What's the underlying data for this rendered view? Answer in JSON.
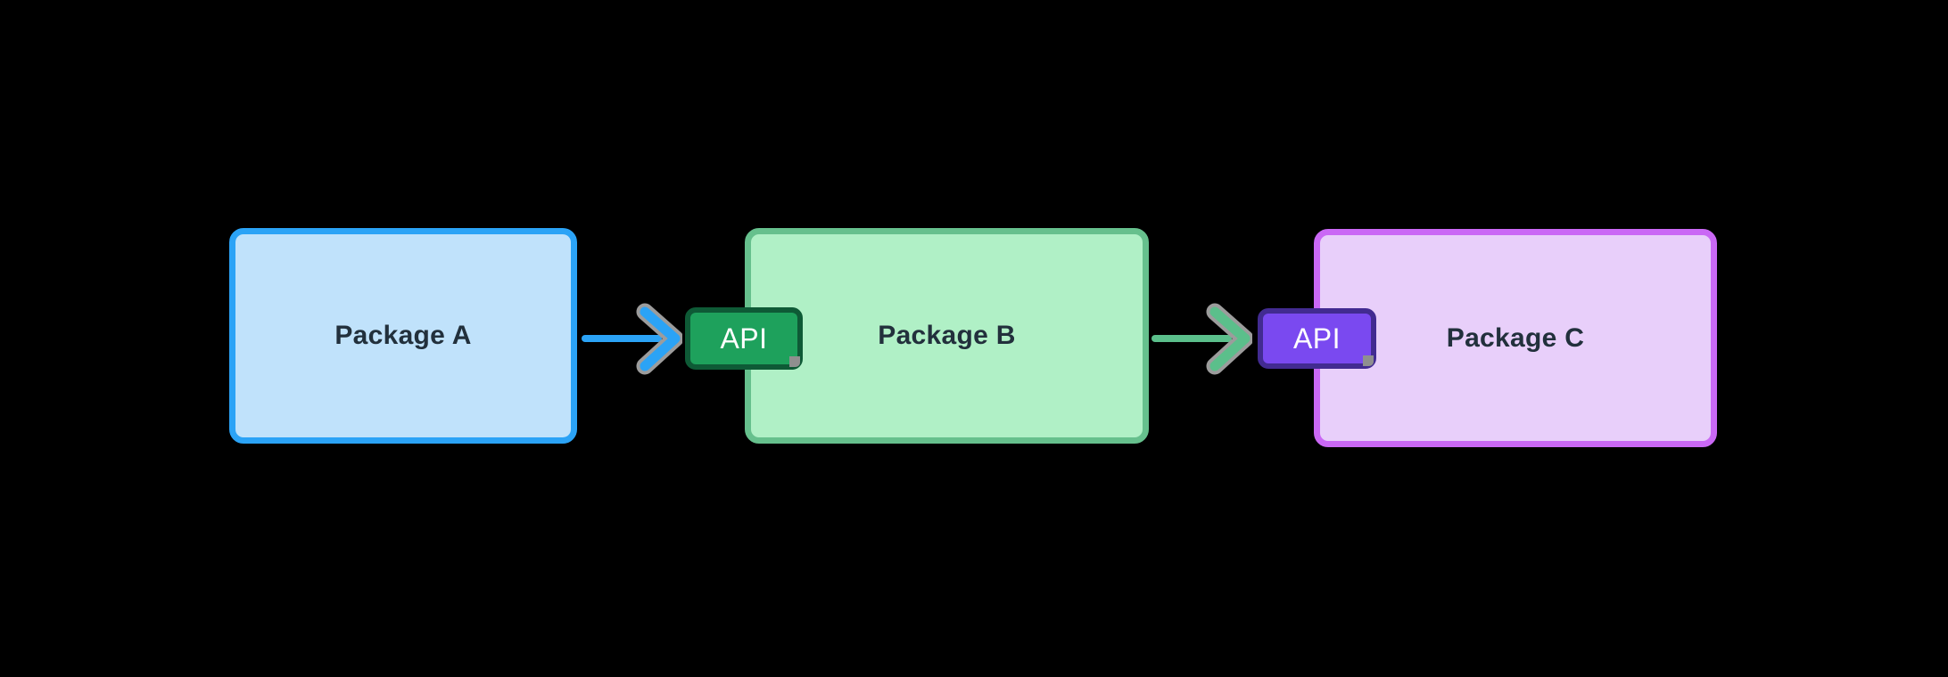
{
  "canvas": {
    "background": "#000000"
  },
  "nodes": [
    {
      "label": "Package A",
      "fill": "#C0E2FB",
      "border": "#2BA3F6",
      "text_color": "#22303C"
    },
    {
      "label": "Package B",
      "fill": "#B0F0C6",
      "border": "#66C08D",
      "text_color": "#22303C"
    },
    {
      "label": "Package C",
      "fill": "#E8CFFA",
      "border": "#CA68F5",
      "text_color": "#22303C"
    }
  ],
  "badges": [
    {
      "label": "API",
      "fill": "#1EA15C",
      "border": "#0E5A36",
      "text_color": "#FFFFFF"
    },
    {
      "label": "API",
      "fill": "#7A49F0",
      "border": "#422B91",
      "text_color": "#FFFFFF"
    }
  ],
  "arrows": [
    {
      "name": "package-a-to-package-b",
      "color": "#2BA3F6",
      "halo": "#9C9C9C"
    },
    {
      "name": "package-b-to-package-c",
      "color": "#5BBF8B",
      "halo": "#9C9C9C"
    }
  ]
}
